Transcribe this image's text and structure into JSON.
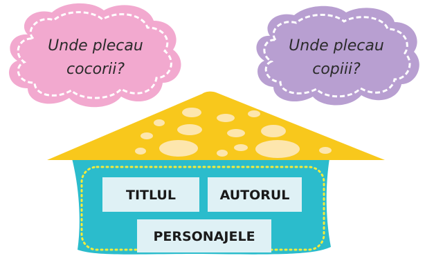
{
  "clouds": {
    "left": {
      "line1": "Unde plecau",
      "line2": "cocorii?",
      "fill": "#f2a9cf"
    },
    "right": {
      "line1": "Unde plecau",
      "line2": "copiii?",
      "fill": "#b89fd1"
    }
  },
  "roof": {
    "fill": "#f8c81c"
  },
  "house": {
    "body_fill": "#2bbccc",
    "label_fill": "#dff1f5",
    "dots_color": "#f3ec3b",
    "labels": {
      "titlul": "TITLUL",
      "autorul": "AUTORUL",
      "personajele": "PERSONAJELE"
    }
  }
}
